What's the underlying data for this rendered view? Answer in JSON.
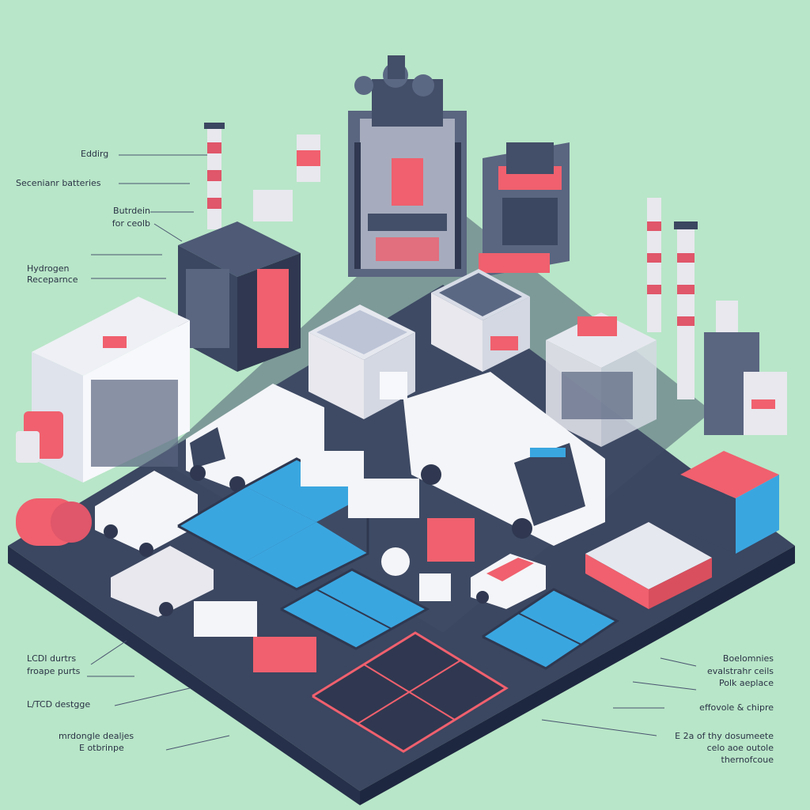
{
  "labels": {
    "l1": "Eddirg",
    "l2": "Secenianr batteries",
    "l3a": "Butrdein",
    "l3b": "for ceolb",
    "l4a": "Hydrogen",
    "l4b": "Receparnce",
    "l5a": "LCDI durtrs",
    "l5b": "froape purts",
    "l6": "L/TCD destgge",
    "l7a": "mrdongle dealjes",
    "l7b": "E otbrinpe",
    "r1a": "Boelomnies",
    "r1b": "evalstrahr ceils",
    "r1c": "Polk aeplace",
    "r2": "effovole & chipre",
    "r3a": "E 2a of thy dosumeete",
    "r3b": "celo aoe outole",
    "r3c": "thernofcoue"
  },
  "colors": {
    "background": "#b8e6c8",
    "platform": "#3b4660",
    "accent": "#f0606e",
    "panel": "#3aa6e0"
  }
}
